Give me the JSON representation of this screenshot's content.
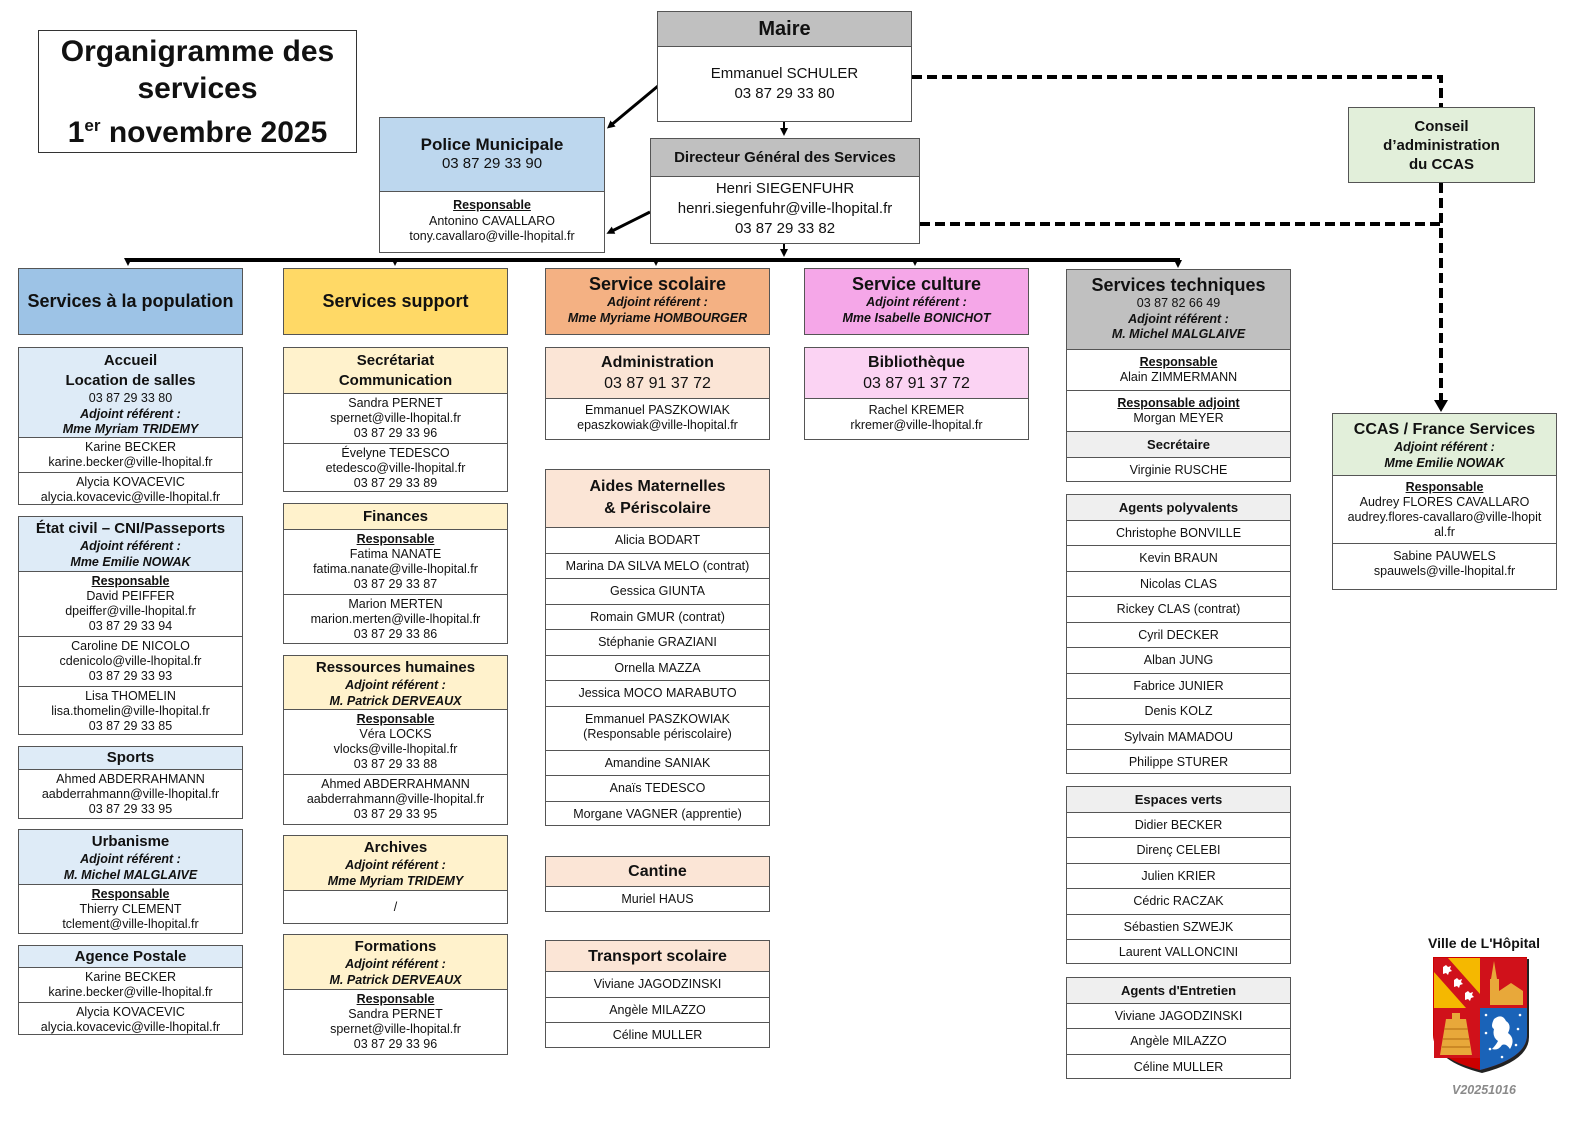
{
  "title": {
    "line1": "Organigramme des",
    "line2": "services",
    "date_num": "1",
    "date_sup": "er",
    "date_rest": " novembre 2025"
  },
  "colors": {
    "grey": "#c0c0c0",
    "blue": "#9dc3e6",
    "blue_light": "#deebf7",
    "yellow": "#ffd966",
    "yellow_light": "#fff2cc",
    "orange": "#f4b183",
    "orange_light": "#fbe5d6",
    "pink": "#f5a7e8",
    "pink_light": "#fbd3f3",
    "green_light": "#e2efda"
  },
  "maire": {
    "title": "Maire",
    "name": "Emmanuel SCHULER",
    "phone": "03 87 29 33 80"
  },
  "police": {
    "title": "Police Municipale",
    "phone": "03 87 29 33 90",
    "role": "Responsable",
    "name": "Antonino CAVALLARO",
    "email": "tony.cavallaro@ville-lhopital.fr"
  },
  "dgs": {
    "title": "Directeur Général des Services",
    "name": "Henri SIEGENFUHR",
    "email": "henri.siegenfuhr@ville-lhopital.fr",
    "phone": "03 87 29 33 82"
  },
  "conseil": {
    "line1": "Conseil",
    "line2": "d’administration",
    "line3": "du CCAS"
  },
  "population": {
    "title": "Services à la population",
    "accueil": {
      "title1": "Accueil",
      "title2": "Location de salles",
      "phone": "03 87 29 33 80",
      "adjoint_label": "Adjoint référent :",
      "adjoint": "Mme Myriam TRIDEMY",
      "people": [
        {
          "name": "Karine BECKER",
          "email": "karine.becker@ville-lhopital.fr"
        },
        {
          "name": "Alycia KOVACEVIC",
          "email": "alycia.kovacevic@ville-lhopital.fr"
        }
      ]
    },
    "etat_civil": {
      "title": "État civil – CNI/Passeports",
      "adjoint_label": "Adjoint référent :",
      "adjoint": "Mme Emilie NOWAK",
      "role": "Responsable",
      "people": [
        {
          "name": "David PEIFFER",
          "email": "dpeiffer@ville-lhopital.fr",
          "phone": "03 87 29 33 94"
        },
        {
          "name": "Caroline DE NICOLO",
          "email": "cdenicolo@ville-lhopital.fr",
          "phone": "03 87 29 33 93"
        },
        {
          "name": "Lisa THOMELIN",
          "email": "lisa.thomelin@ville-lhopital.fr",
          "phone": "03 87 29 33 85"
        }
      ]
    },
    "sports": {
      "title": "Sports",
      "people": [
        {
          "name": "Ahmed ABDERRAHMANN",
          "email": "aabderrahmann@ville-lhopital.fr",
          "phone": "03 87 29 33 95"
        }
      ]
    },
    "urbanisme": {
      "title": "Urbanisme",
      "adjoint_label": "Adjoint référent :",
      "adjoint": "M. Michel MALGLAIVE",
      "role": "Responsable",
      "people": [
        {
          "name": "Thierry CLEMENT",
          "email": "tclement@ville-lhopital.fr"
        }
      ]
    },
    "agence": {
      "title": "Agence Postale",
      "people": [
        {
          "name": "Karine BECKER",
          "email": "karine.becker@ville-lhopital.fr"
        },
        {
          "name": "Alycia KOVACEVIC",
          "email": "alycia.kovacevic@ville-lhopital.fr"
        }
      ]
    }
  },
  "support": {
    "title": "Services support",
    "secretariat": {
      "title1": "Secrétariat",
      "title2": "Communication",
      "people": [
        {
          "name": "Sandra PERNET",
          "email": "spernet@ville-lhopital.fr",
          "phone": "03 87 29 33 96"
        },
        {
          "name": "Évelyne TEDESCO",
          "email": "etedesco@ville-lhopital.fr",
          "phone": "03 87 29 33 89"
        }
      ]
    },
    "finances": {
      "title": "Finances",
      "role": "Responsable",
      "people": [
        {
          "name": "Fatima NANATE",
          "email": "fatima.nanate@ville-lhopital.fr",
          "phone": "03 87 29 33 87"
        },
        {
          "name": "Marion MERTEN",
          "email": "marion.merten@ville-lhopital.fr",
          "phone": "03 87 29 33 86"
        }
      ]
    },
    "rh": {
      "title": "Ressources humaines",
      "adjoint_label": "Adjoint référent :",
      "adjoint": "M. Patrick DERVEAUX",
      "role": "Responsable",
      "people": [
        {
          "name": "Véra LOCKS",
          "email": "vlocks@ville-lhopital.fr",
          "phone": "03 87 29 33 88"
        },
        {
          "name": "Ahmed ABDERRAHMANN",
          "email": "aabderrahmann@ville-lhopital.fr",
          "phone": "03 87 29 33 95"
        }
      ]
    },
    "archives": {
      "title": "Archives",
      "adjoint_label": "Adjoint référent :",
      "adjoint": "Mme Myriam TRIDEMY",
      "empty": "/"
    },
    "formations": {
      "title": "Formations",
      "adjoint_label": "Adjoint référent :",
      "adjoint": "M. Patrick DERVEAUX",
      "role": "Responsable",
      "people": [
        {
          "name": "Sandra PERNET",
          "email": "spernet@ville-lhopital.fr",
          "phone": "03 87 29 33 96"
        }
      ]
    }
  },
  "scolaire": {
    "title": "Service scolaire",
    "adjoint_label": "Adjoint référent :",
    "adjoint": "Mme Myriame HOMBOURGER",
    "administration": {
      "title": "Administration",
      "phone": "03 87 91 37 72",
      "people": [
        {
          "name": "Emmanuel PASZKOWIAK",
          "email": "epaszkowiak@ville-lhopital.fr"
        }
      ]
    },
    "aides": {
      "title1": "Aides Maternelles",
      "title2": "& Périscolaire",
      "people": [
        "Alicia BODART",
        "Marina DA SILVA MELO (contrat)",
        "Gessica GIUNTA",
        "Romain GMUR (contrat)",
        "Stéphanie GRAZIANI",
        "Ornella MAZZA",
        "Jessica MOCO MARABUTO",
        "Emmanuel PASZKOWIAK",
        "(Responsable périscolaire)",
        "Amandine SANIAK",
        "Anaïs TEDESCO",
        "Morgane VAGNER (apprentie)"
      ]
    },
    "cantine": {
      "title": "Cantine",
      "people": [
        "Muriel HAUS"
      ]
    },
    "transport": {
      "title": "Transport scolaire",
      "people": [
        "Viviane JAGODZINSKI",
        "Angèle MILAZZO",
        "Céline MULLER"
      ]
    }
  },
  "culture": {
    "title": "Service culture",
    "adjoint_label": "Adjoint référent  :",
    "adjoint": "Mme Isabelle BONICHOT",
    "bibliotheque": {
      "title": "Bibliothèque",
      "phone": "03 87 91 37 72",
      "people": [
        {
          "name": "Rachel KREMER",
          "email": "rkremer@ville-lhopital.fr"
        }
      ]
    }
  },
  "techniques": {
    "title": "Services techniques",
    "phone": "03 87 82 66 49",
    "adjoint_label": "Adjoint référent :",
    "adjoint": "M. Michel MALGLAIVE",
    "responsable_label": "Responsable",
    "responsable": "Alain ZIMMERMANN",
    "adjoint_resp_label": "Responsable adjoint",
    "adjoint_resp": "Morgan MEYER",
    "secretaire_label": "Secrétaire",
    "secretaire": "Virginie RUSCHE",
    "polyvalents": {
      "title": "Agents polyvalents",
      "people": [
        "Christophe BONVILLE",
        "Kevin BRAUN",
        "Nicolas CLAS",
        "Rickey CLAS (contrat)",
        "Cyril DECKER",
        "Alban JUNG",
        "Fabrice JUNIER",
        "Denis KOLZ",
        "Sylvain MAMADOU",
        "Philippe STURER"
      ]
    },
    "espaces_verts": {
      "title": "Espaces verts",
      "people": [
        "Didier BECKER",
        "Direnç CELEBI",
        "Julien KRIER",
        "Cédric RACZAK",
        "Sébastien SZWEJK",
        "Laurent VALLONCINI"
      ]
    },
    "entretien": {
      "title": "Agents d'Entretien",
      "people": [
        "Viviane JAGODZINSKI",
        "Angèle MILAZZO",
        "Céline MULLER"
      ]
    }
  },
  "ccas": {
    "title": "CCAS / France Services",
    "adjoint_label": "Adjoint référent :",
    "adjoint": "Mme Emilie NOWAK",
    "role": "Responsable",
    "people": [
      {
        "name": "Audrey FLORES CAVALLARO",
        "email": "audrey.flores-cavallaro@ville-lhopital.fr"
      },
      {
        "name": "Sabine PAUWELS",
        "email": "spauwels@ville-lhopital.fr"
      }
    ]
  },
  "footer": {
    "city": "Ville de L'Hôpital",
    "version": "V20251016",
    "logo": "coat-of-arms"
  }
}
